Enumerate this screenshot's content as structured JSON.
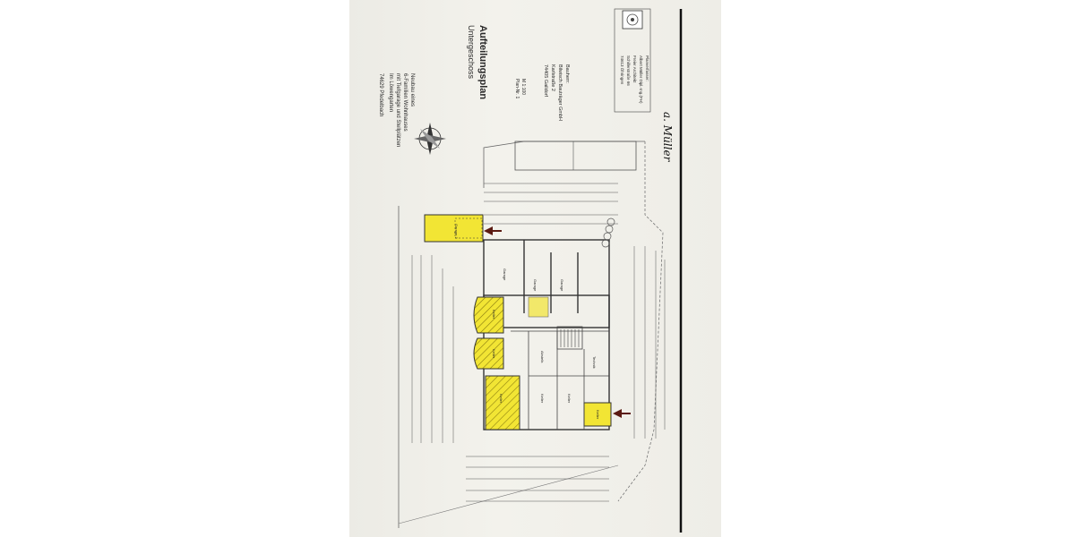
{
  "project": {
    "line1": "Neubau eines",
    "line2": "6-Familien Wohnhauses",
    "line3": "mit Tiefgarage und Stellplätzen",
    "line4": "Im Löwengarten",
    "line5": "74629 Pfedelbach"
  },
  "plan": {
    "title": "Aufteilungsplan",
    "subtitle": "Untergeschoss",
    "scale": "M 1:100",
    "plan_no": "Plan-Nr. 1"
  },
  "owner": {
    "label": "Bauherr:",
    "company": "Bilwisch Bauträger GmbH",
    "street": "Karlstraße 2",
    "city": "74405 Gaildorf"
  },
  "planner": {
    "label": "Planverfasser:",
    "name": "Albert Müller Dipl.-Ing.(FH)",
    "office": "Freier Architekt",
    "street": "Schillerstraße 66",
    "city": "74613 Öhringen"
  },
  "signature": "a. Müller",
  "rooms": [
    "Garage 2",
    "Garage",
    "Garage",
    "Garage",
    "Keller",
    "Keller",
    "Keller",
    "Keller",
    "Keller",
    "Keller",
    "Abstellr.",
    "Technik"
  ],
  "colors": {
    "highlight": "#f2e534",
    "line": "#3a3a3a",
    "arrow": "#5b1a12",
    "paper": "#f0efe9"
  },
  "icons": [
    "north-arrow-icon",
    "logo-stamp-icon",
    "arrow-icon"
  ]
}
